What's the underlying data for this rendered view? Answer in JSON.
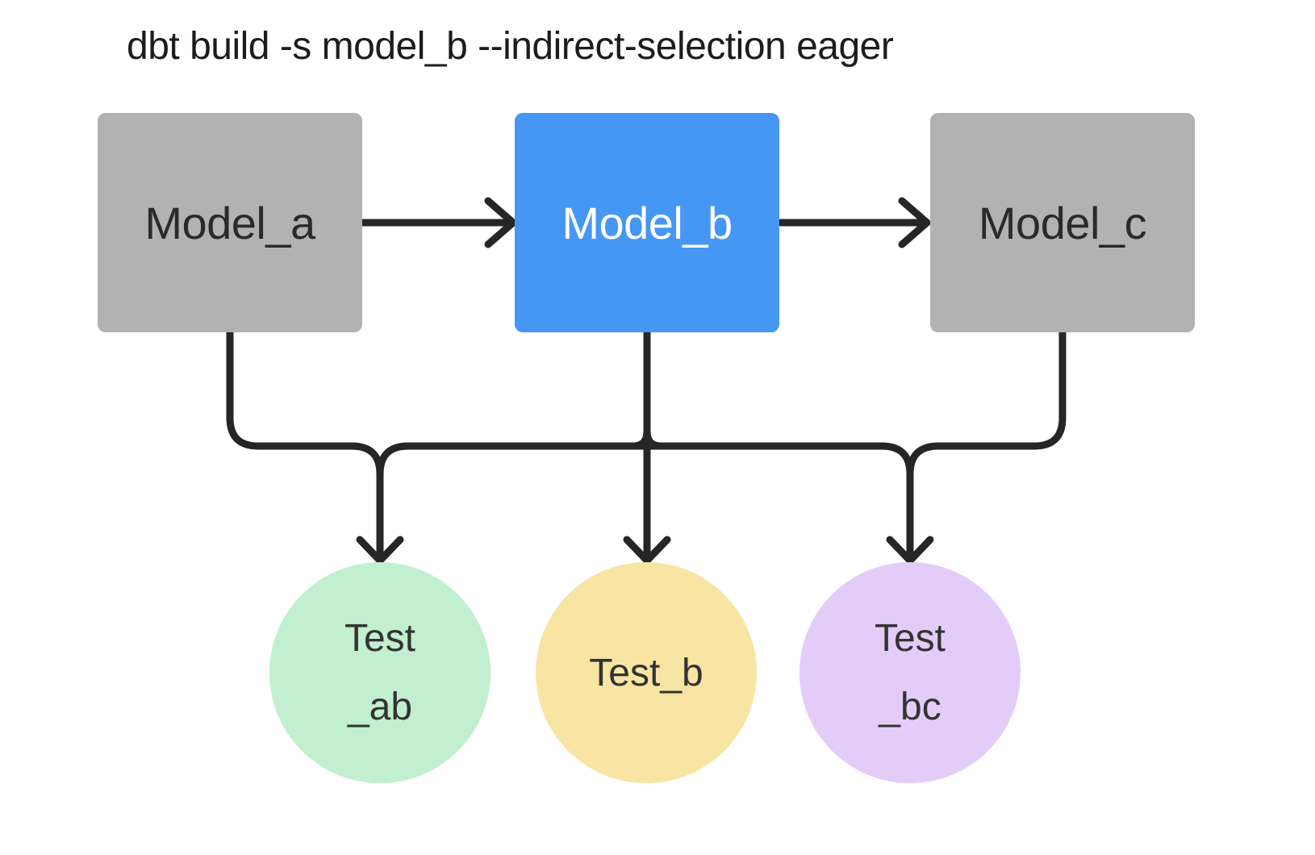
{
  "title": "dbt build -s model_b --indirect-selection eager",
  "colors": {
    "background": "#ffffff",
    "title_text": "#1c1c1c",
    "edge": "#262626",
    "model_default": "#b2b2b2",
    "model_selected": "#4697f4",
    "model_text_dark": "#2a2a2a",
    "model_text_light": "#ffffff",
    "test_ab_fill": "#c2efcf",
    "test_b_fill": "#f8e5a4",
    "test_bc_fill": "#e3cdf8",
    "test_text": "#333333"
  },
  "models": {
    "model_a": {
      "label": "Model_a"
    },
    "model_b": {
      "label": "Model_b"
    },
    "model_c": {
      "label": "Model_c"
    }
  },
  "tests": {
    "test_ab": {
      "line1": "Test",
      "line2": "_ab"
    },
    "test_b": {
      "line1": "Test_b"
    },
    "test_bc": {
      "line1": "Test",
      "line2": "_bc"
    }
  }
}
